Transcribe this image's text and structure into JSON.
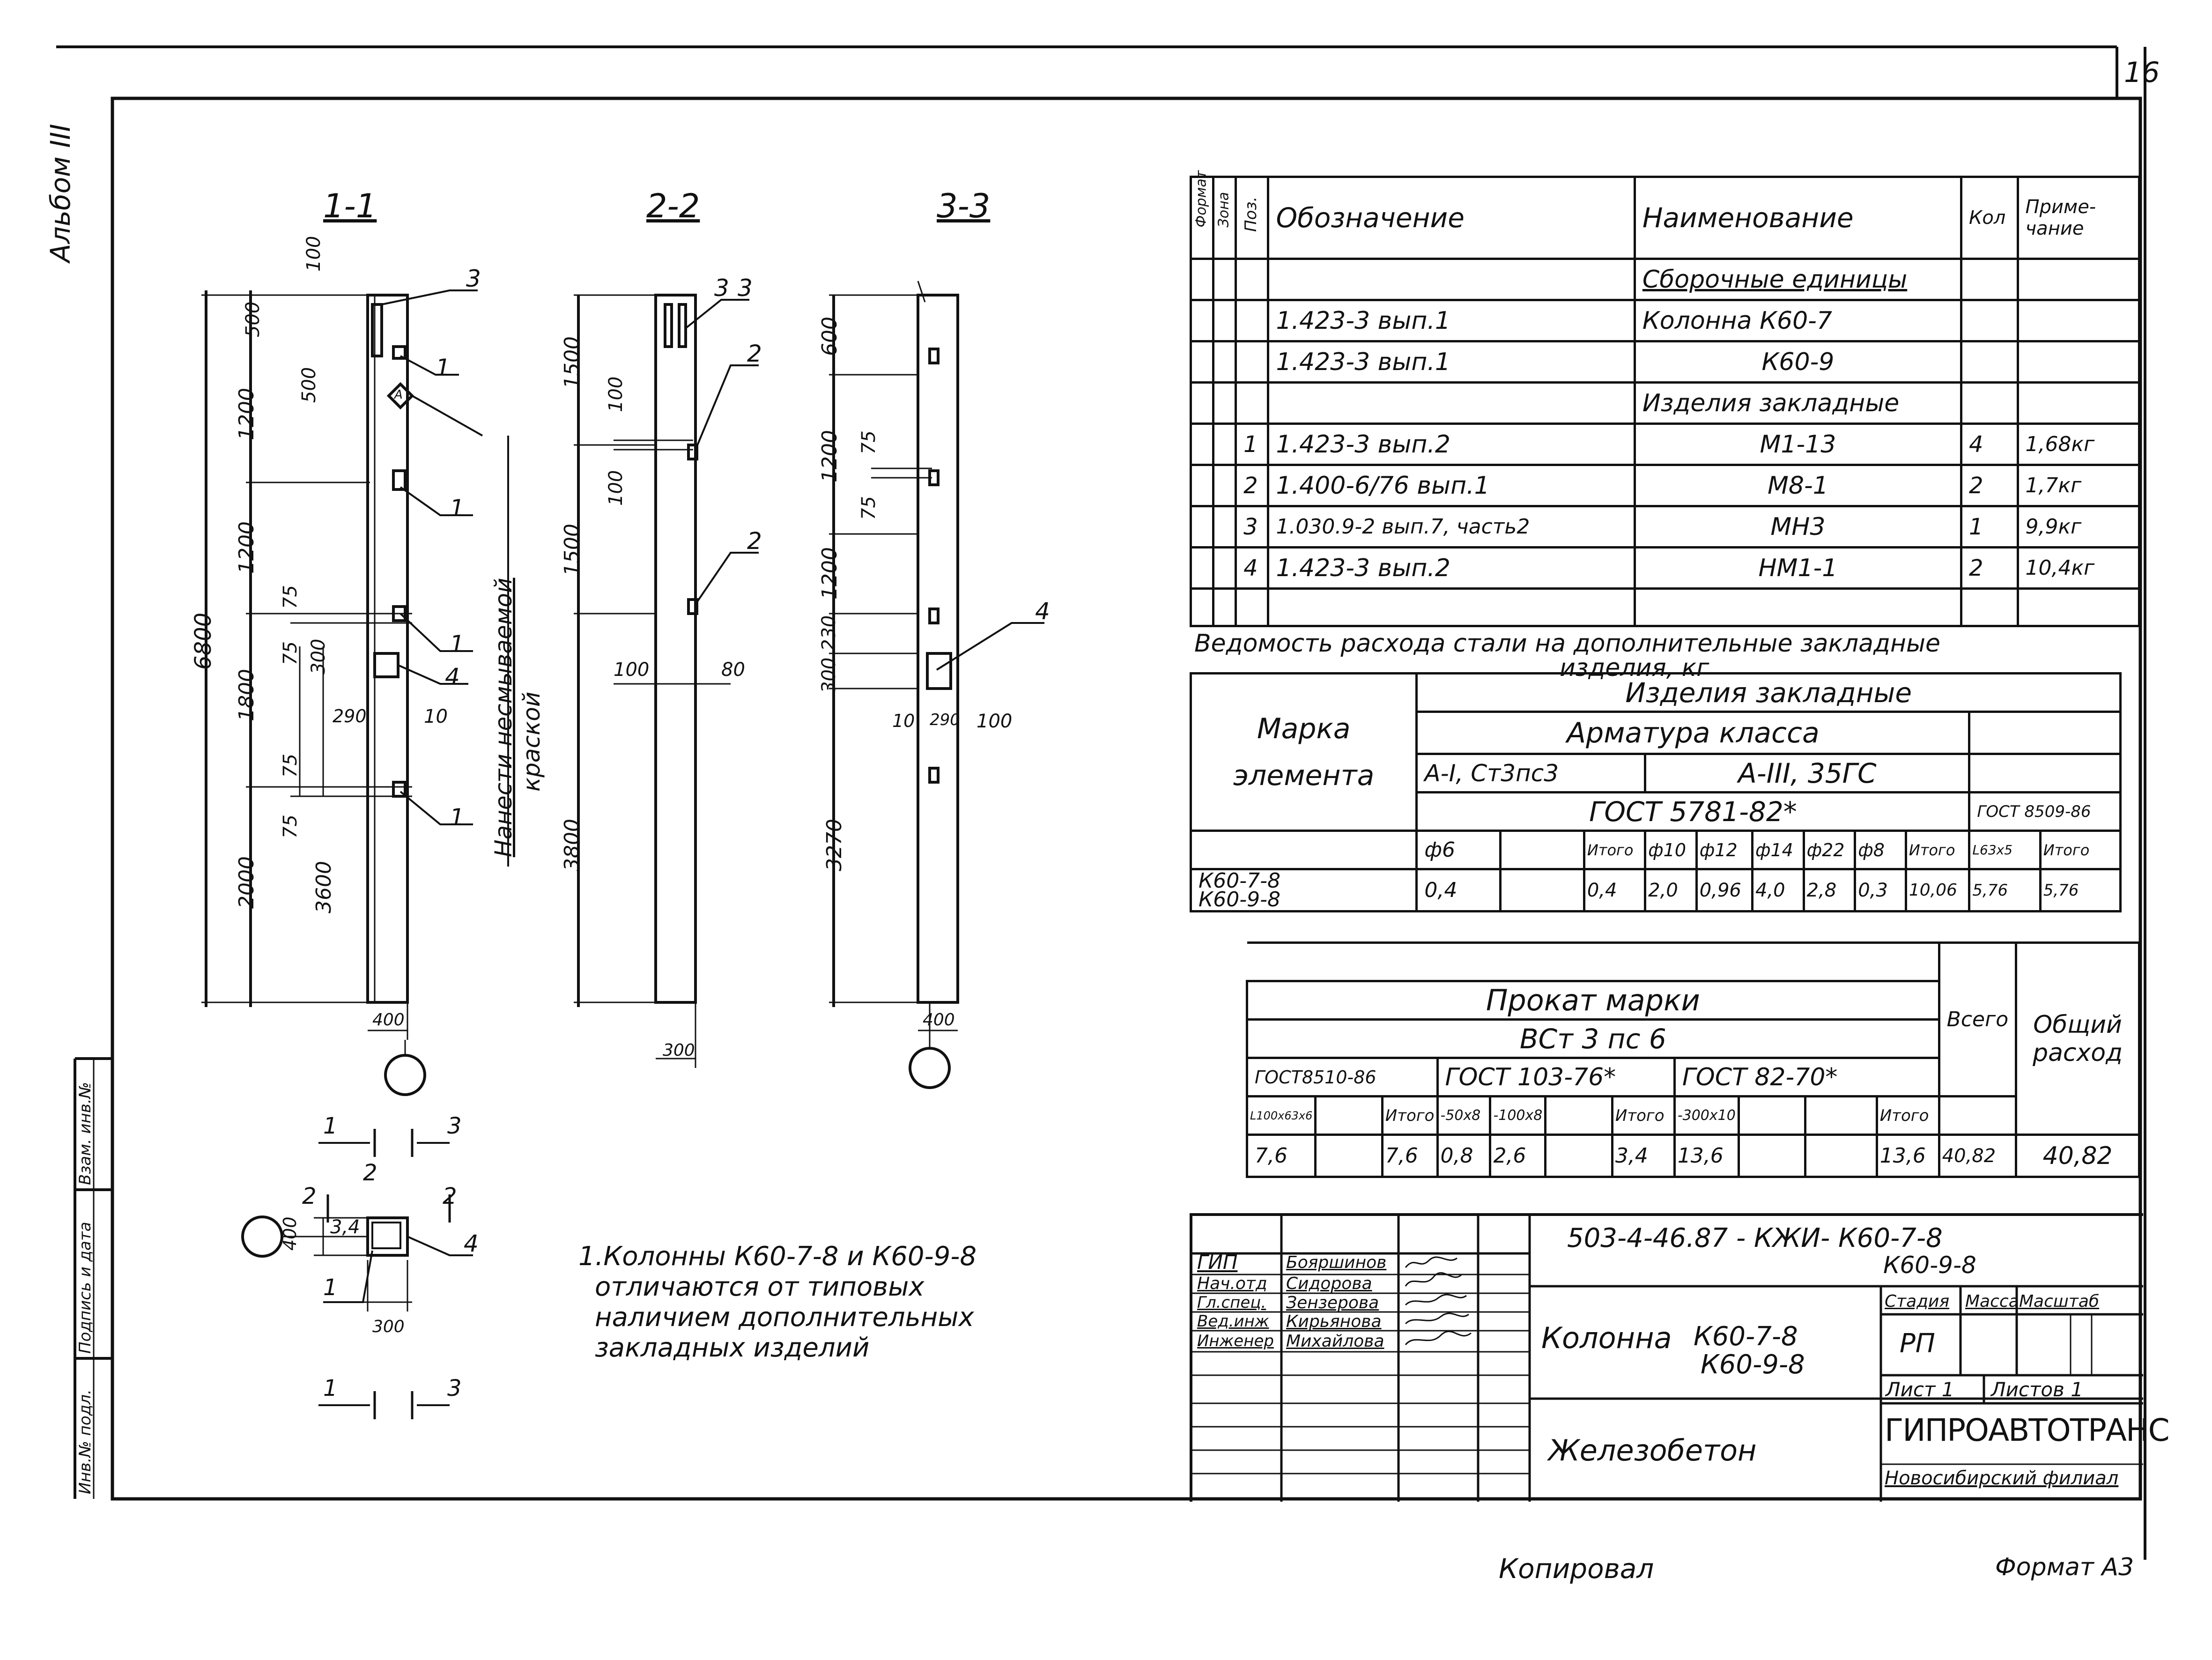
{
  "sheet": {
    "page_number": "16",
    "album": "Альбом III",
    "copied": "Копировал",
    "format": "Формат А3"
  },
  "sections": {
    "s1": "1-1",
    "s2": "2-2",
    "s3": "3-3"
  },
  "drawing1": {
    "dims": [
      "100",
      "500",
      "500",
      "1200",
      "1200",
      "75",
      "75",
      "300",
      "290",
      "10",
      "1800",
      "75",
      "75",
      "2000",
      "3600",
      "6800",
      "400"
    ],
    "callouts": [
      "3",
      "1",
      "А",
      "1",
      "1",
      "4",
      "1"
    ],
    "paint_note_1": "Нанести несмываемой",
    "paint_note_2": "краской"
  },
  "drawing2": {
    "dims": [
      "1500",
      "100",
      "100",
      "1500",
      "100",
      "80",
      "3800",
      "300"
    ],
    "callouts": [
      "3",
      "2",
      "2"
    ]
  },
  "drawing3": {
    "dims": [
      "600",
      "1200",
      "75",
      "75",
      "1200",
      "230",
      "300",
      "10",
      "290",
      "100",
      "3270",
      "400"
    ],
    "callouts": [
      "3",
      "4"
    ]
  },
  "plan": {
    "markers": [
      "1",
      "3",
      "2",
      "2",
      "2",
      "1",
      "3"
    ],
    "dims": [
      "400",
      "3,4",
      "300"
    ],
    "callouts": [
      "1",
      "4"
    ]
  },
  "note": {
    "line1": "1.Колонны К60-7-8 и К60-9-8",
    "line2": "отличаются от типовых",
    "line3": "наличием дополнительных",
    "line4": "закладных изделий"
  },
  "spec": {
    "headers": {
      "format": "Формат",
      "zone": "Зона",
      "pos": "Поз.",
      "designation": "Обозначение",
      "name": "Наименование",
      "qty": "Кол",
      "note": "Приме-чание"
    },
    "rows": [
      {
        "pos": "",
        "designation": "",
        "name": "Сборочные единицы",
        "qty": "",
        "note": ""
      },
      {
        "pos": "",
        "designation": "1.423-3  вып.1",
        "name": "Колонна  К60-7",
        "qty": "",
        "note": ""
      },
      {
        "pos": "",
        "designation": "1.423-3  вып.1",
        "name": "К60-9",
        "qty": "",
        "note": ""
      },
      {
        "pos": "",
        "designation": "",
        "name": "Изделия закладные",
        "qty": "",
        "note": ""
      },
      {
        "pos": "1",
        "designation": "1.423-3  вып.2",
        "name": "М1-13",
        "qty": "4",
        "note": "1,68кг"
      },
      {
        "pos": "2",
        "designation": "1.400-6/76 вып.1",
        "name": "М8-1",
        "qty": "2",
        "note": "1,7кг"
      },
      {
        "pos": "3",
        "designation": "1.030.9-2 вып.7, часть2",
        "name": "МН3",
        "qty": "1",
        "note": "9,9кг"
      },
      {
        "pos": "4",
        "designation": "1.423-3  вып.2",
        "name": "НМ1-1",
        "qty": "2",
        "note": "10,4кг"
      },
      {
        "pos": "",
        "designation": "",
        "name": "",
        "qty": "",
        "note": ""
      }
    ]
  },
  "steel": {
    "title_1": "Ведомость расхода стали на дополнительные закладные",
    "title_2": "изделия, кг",
    "mark_label_1": "Марка",
    "mark_label_2": "элемента",
    "embedded": "Изделия закладные",
    "rebar_class": "Арматура класса",
    "class_a1": "А-I, Ст3пс3",
    "class_a3": "А-III, 35ГС",
    "gost_5781": "ГОСТ 5781-82*",
    "gost_8509": "ГОСТ 8509-86",
    "col_heads": [
      "ф6",
      "",
      "Итого",
      "ф10",
      "ф12",
      "ф14",
      "ф22",
      "ф8",
      "Итого",
      "L63x5",
      "Итого"
    ],
    "mark_1": "К60-7-8",
    "mark_2": "К60-9-8",
    "values": [
      "0,4",
      "",
      "0,4",
      "2,0",
      "0,96",
      "4,0",
      "2,8",
      "0,3",
      "10,06",
      "5,76",
      "5,76"
    ]
  },
  "prokat": {
    "title": "Прокат марки",
    "grade": "ВСт 3 пс 6",
    "total": "Всего",
    "general_1": "Общий",
    "general_2": "расход",
    "gost_8510": "ГОСТ8510-86",
    "gost_103": "ГОСТ 103-76*",
    "gost_82": "ГОСТ 82-70*",
    "sub_heads": [
      "L100x63x6",
      "",
      "Итого",
      "-50x8",
      "-100x8",
      "",
      "Итого",
      "-300x10",
      "",
      "",
      "Итого"
    ],
    "values": [
      "7,6",
      "",
      "7,6",
      "0,8",
      "2,6",
      "",
      "3,4",
      "13,6",
      "",
      "",
      "13,6",
      "40,82",
      "40,82"
    ]
  },
  "title_block": {
    "roles": [
      "ГИП",
      "Нач.отд",
      "Гл.спец.",
      "Вед.инж",
      "Инженер"
    ],
    "names": [
      "Бояршинов",
      "Сидорова",
      "Зензерова",
      "Кирьянова",
      "Михайлова"
    ],
    "code_1": "503-4-46.87 - КЖИ- К60-7-8",
    "code_2": "К60-9-8",
    "item_label": "Колонна",
    "item_1": "К60-7-8",
    "item_2": "К60-9-8",
    "material": "Железобетон",
    "stage_h": "Стадия",
    "mass_h": "Масса",
    "scale_h": "Масштаб",
    "stage": "РП",
    "sheet_label": "Лист 1",
    "sheets_label": "Листов 1",
    "org": "ГИПРОАВТОТРАНС",
    "branch": "Новосибирский филиал"
  },
  "side_stamp": {
    "inv_orig": "Инв.№ подл.",
    "sign_date": "Подпись и дата",
    "inv_repl": "Взам. инв.№"
  }
}
